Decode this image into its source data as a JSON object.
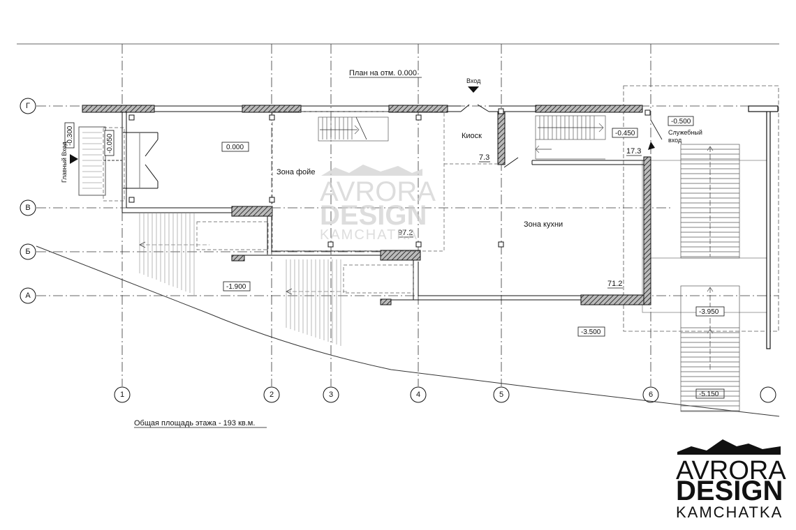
{
  "plan_title": "План на отм. 0.000",
  "total_area": "Общая площадь этажа - 193 кв.м.",
  "axes": {
    "horizontal": [
      "Г",
      "В",
      "Б",
      "А"
    ],
    "vertical": [
      "1",
      "2",
      "3",
      "4",
      "5",
      "6"
    ]
  },
  "rooms": {
    "foyer": "Зона фойе",
    "kitchen": "Зона кухни",
    "kiosk": "Киоск"
  },
  "areas": {
    "foyer": "97.2",
    "kitchen": "71.2",
    "kiosk": "7.3",
    "service": "17.3"
  },
  "levels": {
    "main": "0.000",
    "entry_porch": "-0.300",
    "vestibule": "-0.050",
    "service_top": "-0.500",
    "service_landing": "-0.450",
    "lower_terrace": "-1.900",
    "ground_right": "-3.500",
    "stair_landing": "-3.950",
    "bottom": "-5.150"
  },
  "entrances": {
    "main": "Главный Вход",
    "entry": "Вход",
    "service_line1": "Служебный",
    "service_line2": "вход"
  },
  "watermark": [
    "AVRORA",
    "DESIGN",
    "KAMCHATKA"
  ],
  "logo": [
    "AVRORA",
    "DESIGN",
    "KAMCHATKA"
  ],
  "colors": {
    "line": "#111111",
    "hatch": "#444444",
    "watermark": "#cfcfcf"
  }
}
